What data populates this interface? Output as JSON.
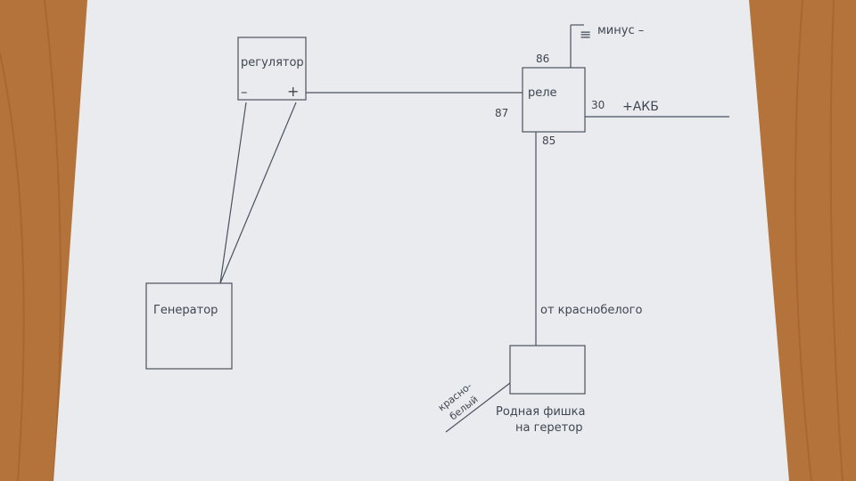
{
  "colors": {
    "table": "#b4733a",
    "table_grain": "#9c5f2c",
    "paper": "#e9ebee",
    "ink": "#4a5260"
  },
  "boxes": {
    "regulator": {
      "label": "регулятор",
      "minus": "–",
      "plus": "+"
    },
    "relay": {
      "label": "реле"
    },
    "generator": {
      "label": "Генератор"
    },
    "connector": {
      "label_line1": "Родная фишка",
      "label_line2": "на геретор"
    }
  },
  "relay_pins": {
    "pin86": "86",
    "pin87": "87",
    "pin30": "30",
    "pin85": "85"
  },
  "notes": {
    "ground_symbol": "≡",
    "minus": "минус –",
    "battery": "+АКБ",
    "from_red_white": "от краснобелого",
    "red_white_line1": "красно-",
    "red_white_line2": "белый"
  }
}
